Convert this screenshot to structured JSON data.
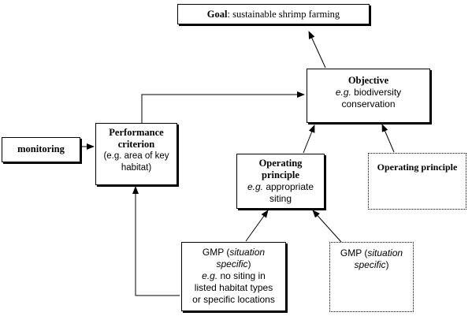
{
  "goal": {
    "label": "Goal",
    "text": ": sustainable shrimp farming"
  },
  "objective": {
    "title": "Objective",
    "example_prefix": "e.g.",
    "example_1": " biodiversity",
    "example_2": "conservation"
  },
  "performance": {
    "title_1": "Performance",
    "title_2": "criterion",
    "example_1": "(e.g. area of key",
    "example_2": "habitat)"
  },
  "monitoring": {
    "label": "monitoring"
  },
  "op_principle_main": {
    "title_1": "Operating",
    "title_2": "principle",
    "example_prefix": "e.g.",
    "example_1": " appropriate",
    "example_2": "siting"
  },
  "op_principle_alt": {
    "title": "Operating principle"
  },
  "gmp_main": {
    "title_prefix": "GMP (",
    "title_italic": "situation",
    "line2_italic": "specific",
    "line2_suffix": ")",
    "example_prefix": "e.g.",
    "example_1": " no siting in",
    "example_2": "listed habitat types",
    "example_3": "or specific locations"
  },
  "gmp_alt": {
    "title_prefix": "GMP (",
    "title_italic": "situation",
    "line2_italic": "specific",
    "line2_suffix": ")"
  }
}
